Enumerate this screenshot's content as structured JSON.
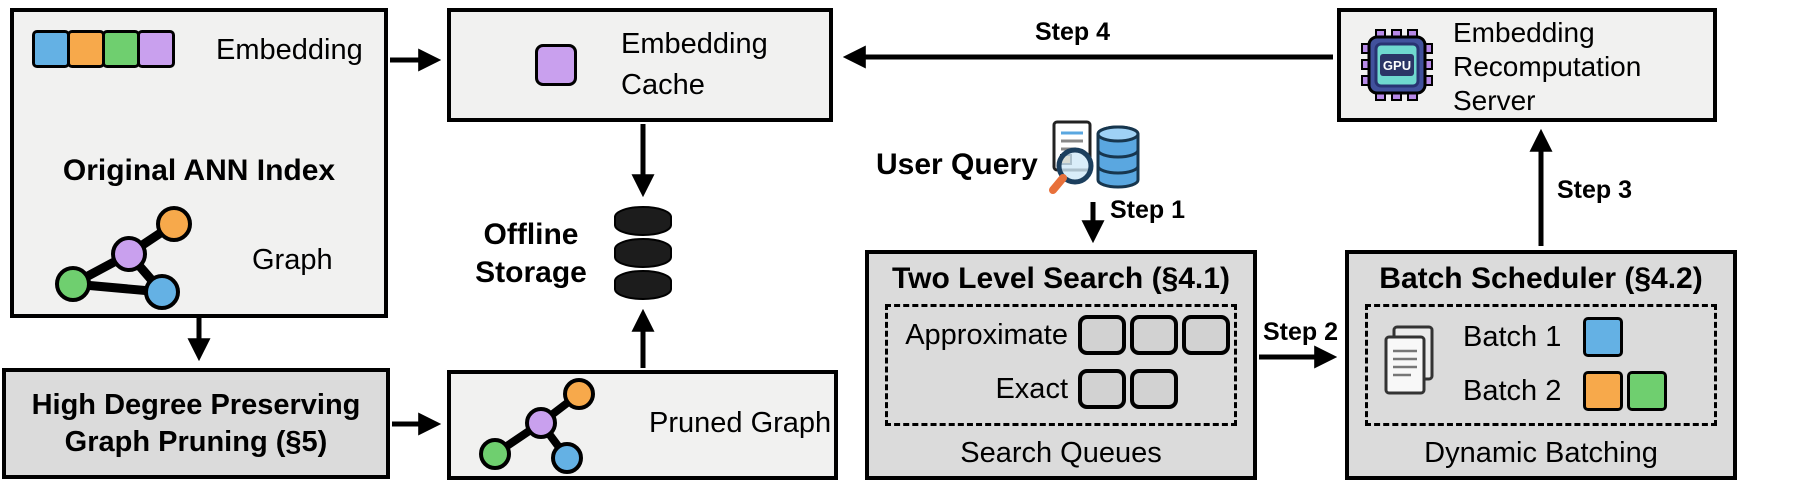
{
  "colors": {
    "blue": "#64b1e4",
    "orange": "#f7a94b",
    "green": "#6fcf6f",
    "purple": "#c9a0ee",
    "box_light": "#f1f1f0",
    "box_dark": "#dbdbdb",
    "border": "#000000"
  },
  "ann_index": {
    "title": "Original ANN Index",
    "embedding_label": "Embedding",
    "graph_label": "Graph"
  },
  "graph_pruning": {
    "title": "High Degree Preserving Graph Pruning (§5)"
  },
  "embedding_cache": {
    "title": "Embedding Cache"
  },
  "offline_storage": {
    "title": "Offline Storage"
  },
  "pruned_graph": {
    "title": "Pruned Graph"
  },
  "user_query": {
    "title": "User Query"
  },
  "two_level_search": {
    "title": "Two Level Search (§4.1)",
    "approximate_label": "Approximate",
    "exact_label": "Exact",
    "footer": "Search Queues"
  },
  "batch_scheduler": {
    "title": "Batch Scheduler (§4.2)",
    "batch1_label": "Batch 1",
    "batch2_label": "Batch 2",
    "footer": "Dynamic Batching"
  },
  "recomputation_server": {
    "title": "Embedding Recomputation Server",
    "gpu_label": "GPU"
  },
  "steps": {
    "step1": "Step 1",
    "step2": "Step 2",
    "step3": "Step 3",
    "step4": "Step 4"
  }
}
